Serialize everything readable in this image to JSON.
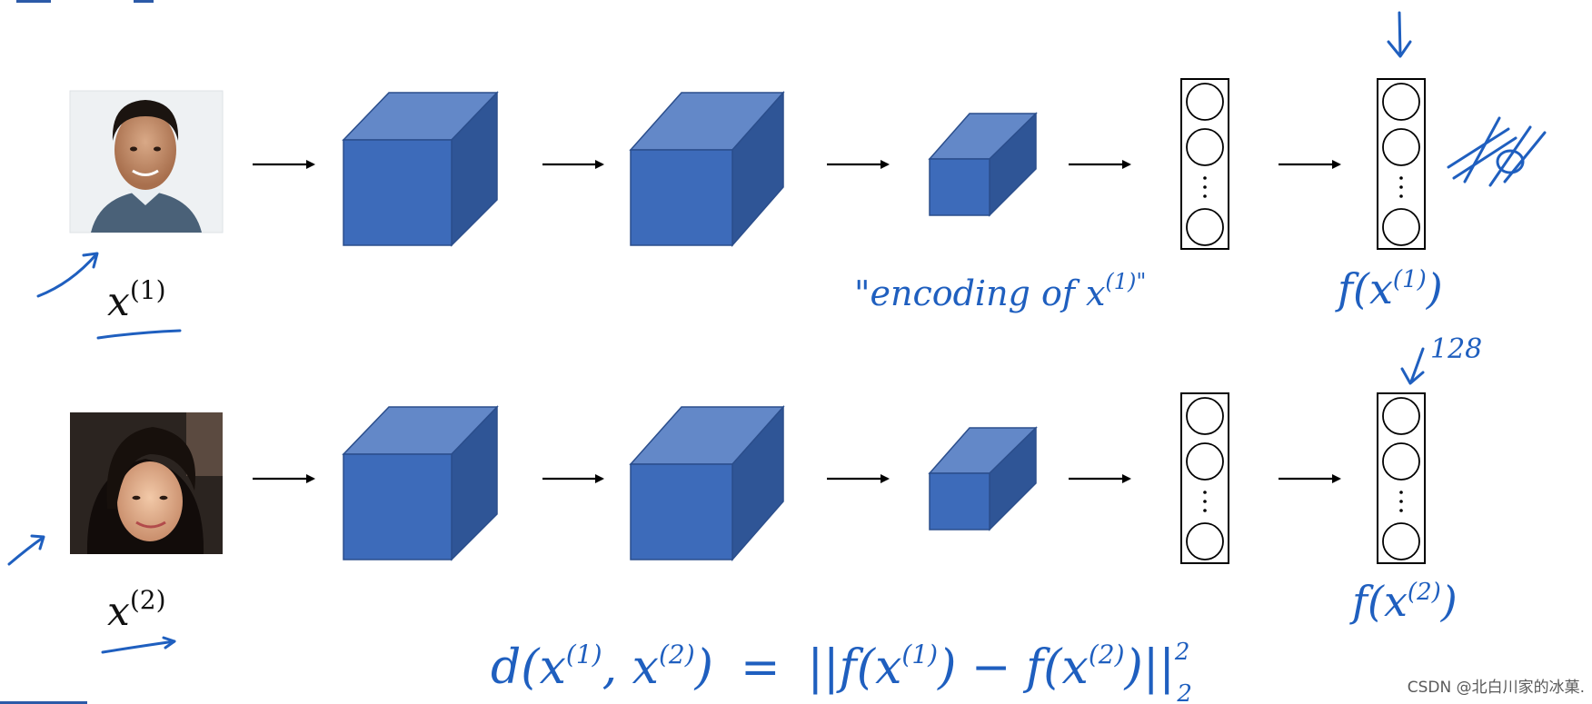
{
  "rows": [
    {
      "input_label": {
        "base": "x",
        "sup": "(1)"
      }
    },
    {
      "input_label": {
        "base": "x",
        "sup": "(2)"
      }
    }
  ],
  "annotations": {
    "encoding_note": "\"encoding of x",
    "encoding_sup": "(1)\"",
    "f_top": "f(x",
    "f_top_sup": "(1)",
    "f_top_close": ")",
    "dim": "128",
    "f_bottom": "f(x",
    "f_bottom_sup": "(2)",
    "f_bottom_close": ")",
    "distance_lhs": "d(x",
    "distance_lhs_sup1": "(1)",
    "distance_lhs_mid": ", x",
    "distance_lhs_sup2": "(2)",
    "distance_lhs_close": ")",
    "distance_eq": "=",
    "distance_rhs": "||f(x",
    "distance_rhs_sup1": "(1)",
    "distance_rhs_mid": ") − f(x",
    "distance_rhs_sup2": "(2)",
    "distance_rhs_close": ")||",
    "distance_norm_sup": "2",
    "distance_norm_sub": "2"
  },
  "watermark": "CSDN @北白川家的冰菓.",
  "colors": {
    "cube_front": "#3d6bba",
    "cube_top": "#6388c8",
    "cube_side": "#2f5596",
    "ink": "#1f5fbf"
  }
}
